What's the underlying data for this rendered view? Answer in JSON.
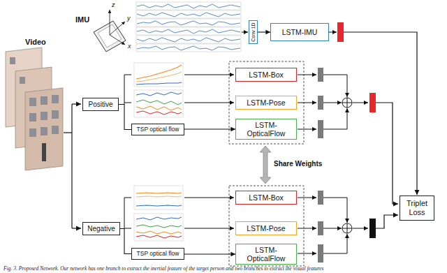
{
  "diagram": {
    "caption": "Fig. 3. Proposed Network. Our network has one branch to extract the inertial feature of the target person and two branches to extract the visual features",
    "nodes": [
      {
        "text": [
          "Conv 1D"
        ]
      },
      {
        "text": [
          "LSTM-IMU"
        ]
      },
      {
        "text": [
          "Positive"
        ]
      },
      {
        "text": [
          "TSP optical flow"
        ]
      },
      {
        "text": [
          "LSTM-Box"
        ]
      },
      {
        "text": [
          "LSTM-Pose"
        ]
      },
      {
        "text": [
          "LSTM-OpticalFlow"
        ]
      },
      {
        "text": [
          "Negative"
        ]
      },
      {
        "text": [
          "TSP optical flow"
        ]
      },
      {
        "text": [
          "LSTM-Box"
        ]
      },
      {
        "text": [
          "LSTM-Pose"
        ]
      },
      {
        "text": [
          "LSTM-OpticalFlow"
        ]
      },
      {
        "text": [
          "Triplet Loss"
        ]
      }
    ],
    "edges": [
      {
        "from": 0,
        "to": 1,
        "arrow": "to"
      },
      {
        "from": 2,
        "to": 3,
        "arrow": "none"
      },
      {
        "from": 3,
        "to": 6,
        "arrow": "to"
      },
      {
        "from": 7,
        "to": 8,
        "arrow": "none"
      },
      {
        "from": 8,
        "to": 11,
        "arrow": "to"
      }
    ],
    "labels": [
      "IMU",
      "Video",
      "z",
      "y",
      "x",
      "Share Weights"
    ]
  }
}
